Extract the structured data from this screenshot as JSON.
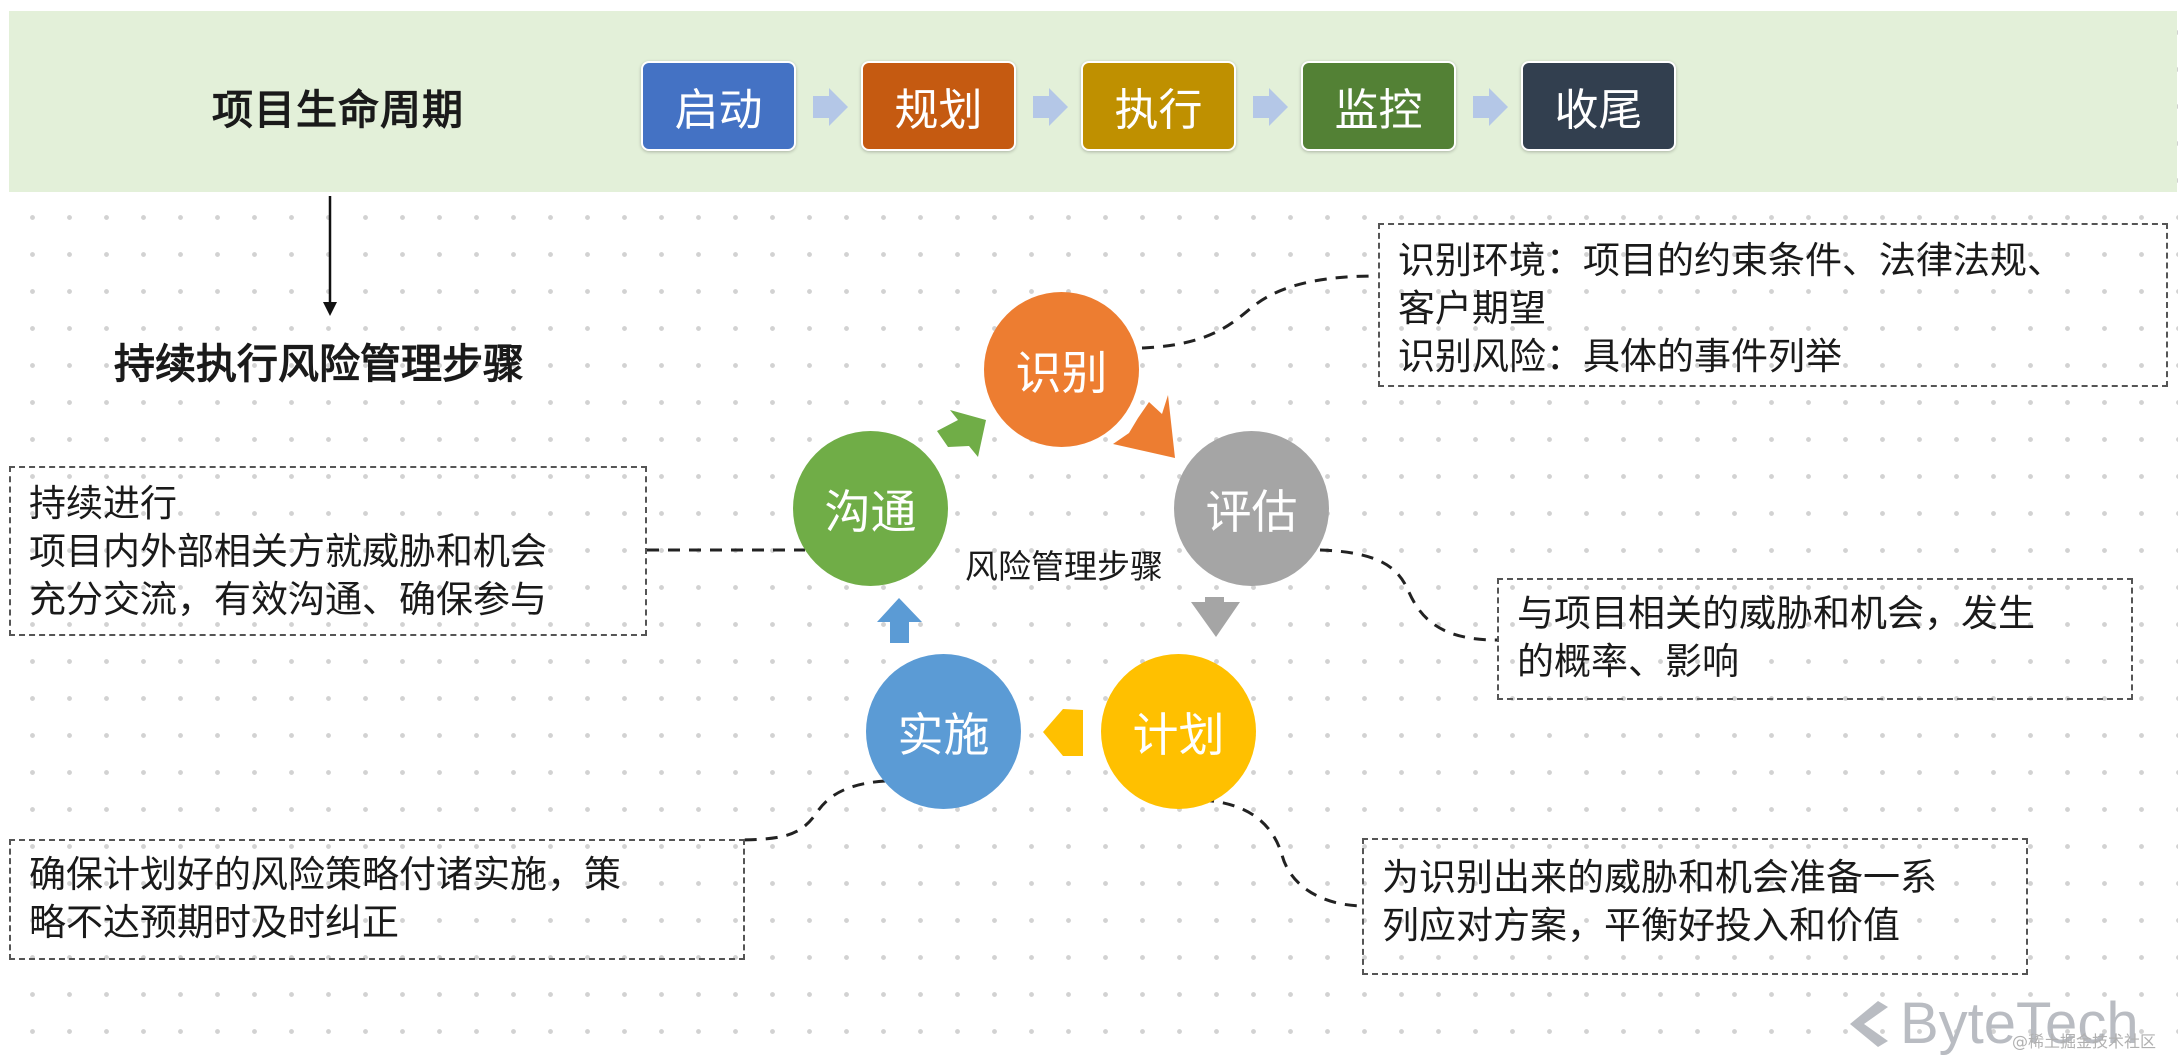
{
  "header": {
    "title": "项目生命周期",
    "phases": [
      {
        "label": "启动",
        "color": "#4472c4"
      },
      {
        "label": "规划",
        "color": "#c55a11"
      },
      {
        "label": "执行",
        "color": "#bf9000"
      },
      {
        "label": "监控",
        "color": "#538135"
      },
      {
        "label": "收尾",
        "color": "#323f4f"
      }
    ]
  },
  "steps_title": "持续执行风险管理步骤",
  "cycle": {
    "center_label": "风险管理步骤",
    "steps": [
      {
        "label": "识别",
        "color": "#ed7d31"
      },
      {
        "label": "评估",
        "color": "#a5a5a5"
      },
      {
        "label": "计划",
        "color": "#ffc000"
      },
      {
        "label": "实施",
        "color": "#5b9bd5"
      },
      {
        "label": "沟通",
        "color": "#70ad47"
      }
    ]
  },
  "notes": {
    "identify": [
      "识别环境：项目的约束条件、法律法规、",
      "客户期望",
      "识别风险：具体的事件列举"
    ],
    "communicate": [
      "持续进行",
      "项目内外部相关方就威胁和机会",
      "充分交流，有效沟通、确保参与"
    ],
    "assess": [
      "与项目相关的威胁和机会，发生",
      "的概率、影响"
    ],
    "implement": [
      "确保计划好的风险策略付诸实施，策",
      "略不达预期时及时纠正"
    ],
    "plan": [
      "为识别出来的威胁和机会准备一系",
      "列应对方案，平衡好投入和价值"
    ]
  },
  "brand": {
    "name": "ByteTech",
    "watermark": "@稀土掘金技术社区"
  }
}
